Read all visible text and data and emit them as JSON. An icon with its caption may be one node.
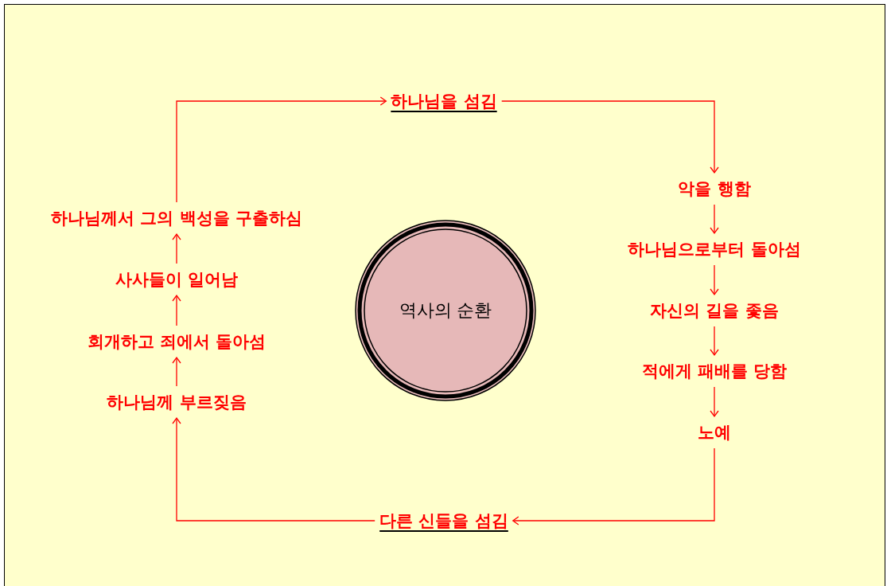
{
  "diagram": {
    "nodes": [
      {
        "text": [
          "하나님을 섬김"
        ]
      },
      {
        "text": [
          "악을 행함"
        ]
      },
      {
        "text": [
          "하나님으로부터 돌아섬"
        ]
      },
      {
        "text": [
          "자신의 길을 좇음"
        ]
      },
      {
        "text": [
          "적에게 패배를 당함"
        ]
      },
      {
        "text": [
          "노예"
        ]
      },
      {
        "text": [
          "다른 신들을 섬김"
        ]
      },
      {
        "text": [
          "하나님께 부르짖음"
        ]
      },
      {
        "text": [
          "회개하고 죄에서 돌아섬"
        ]
      },
      {
        "text": [
          "사사들이 일어남"
        ]
      },
      {
        "text": [
          "하나님께서 그의 백성을 구출하심"
        ]
      },
      {
        "text": [
          "역사의 순환"
        ]
      }
    ],
    "edges": [
      {
        "from": 0,
        "to": 1,
        "arrow": "to"
      },
      {
        "from": 1,
        "to": 2,
        "arrow": "to"
      },
      {
        "from": 2,
        "to": 3,
        "arrow": "to"
      },
      {
        "from": 3,
        "to": 4,
        "arrow": "to"
      },
      {
        "from": 4,
        "to": 5,
        "arrow": "to"
      },
      {
        "from": 5,
        "to": 6,
        "arrow": "to"
      },
      {
        "from": 6,
        "to": 7,
        "arrow": "to"
      },
      {
        "from": 7,
        "to": 8,
        "arrow": "to"
      },
      {
        "from": 8,
        "to": 9,
        "arrow": "to"
      },
      {
        "from": 9,
        "to": 10,
        "arrow": "to"
      },
      {
        "from": 10,
        "to": 0,
        "arrow": "to"
      }
    ]
  }
}
